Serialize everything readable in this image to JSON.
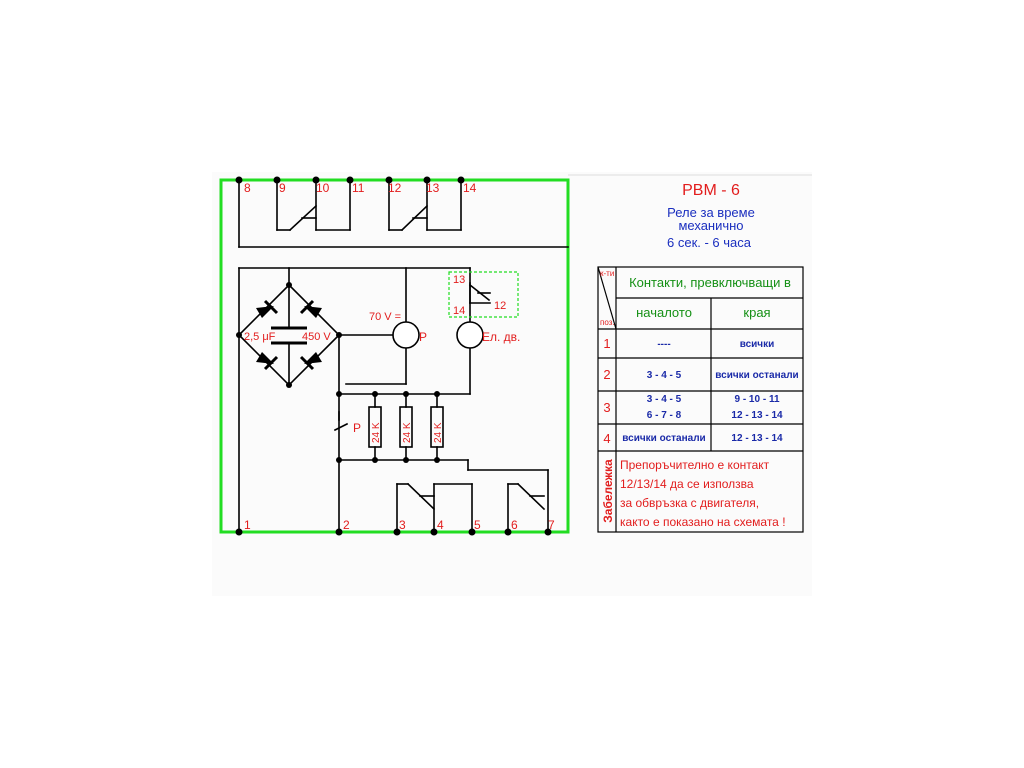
{
  "header": {
    "title": "PBM - 6",
    "subtitle_line1": "Реле за време",
    "subtitle_line2": "механично",
    "range": "6 сек.  - 6 часа"
  },
  "terminals_top": [
    "8",
    "9",
    "10",
    "11",
    "12",
    "13",
    "14"
  ],
  "terminals_bottom": [
    "1",
    "2",
    "3",
    "4",
    "5",
    "6",
    "7"
  ],
  "labels": {
    "capacitor": "2,5 μF",
    "capacitor_voltage": "450 V",
    "coil_voltage": "70 V =",
    "coil": "P",
    "motor": "Ел. дв.",
    "relay_contact": "P",
    "resistor": "24 K",
    "contact13": "13",
    "contact14": "14",
    "contact12": "12"
  },
  "table": {
    "corner_top": "к-ти",
    "corner_bottom": "поз.",
    "header": "Контакти, превключващи в",
    "col_begin": "началото",
    "col_end": "края",
    "rows": [
      {
        "pos": "1",
        "begin": [
          "----"
        ],
        "end": [
          "всички"
        ]
      },
      {
        "pos": "2",
        "begin": [
          "3 - 4 - 5"
        ],
        "end": [
          "всички останали"
        ]
      },
      {
        "pos": "3",
        "begin": [
          "3 - 4 - 5",
          "6 - 7 - 8"
        ],
        "end": [
          "9 - 10 - 11",
          "12 - 13 - 14"
        ]
      },
      {
        "pos": "4",
        "begin": [
          "всички останали"
        ],
        "end": [
          "12 - 13 - 14"
        ]
      }
    ],
    "note_label": "Забележка",
    "note_lines": [
      "Препоръчително е контакт",
      "12/13/14 да се използва",
      "за обвръзка с двигателя,",
      "както е показано на схемата !"
    ]
  },
  "colors": {
    "frame": "#22dd22",
    "accent_red": "#e21d1d",
    "accent_blue": "#1b2fbf",
    "accent_green": "#159015"
  }
}
